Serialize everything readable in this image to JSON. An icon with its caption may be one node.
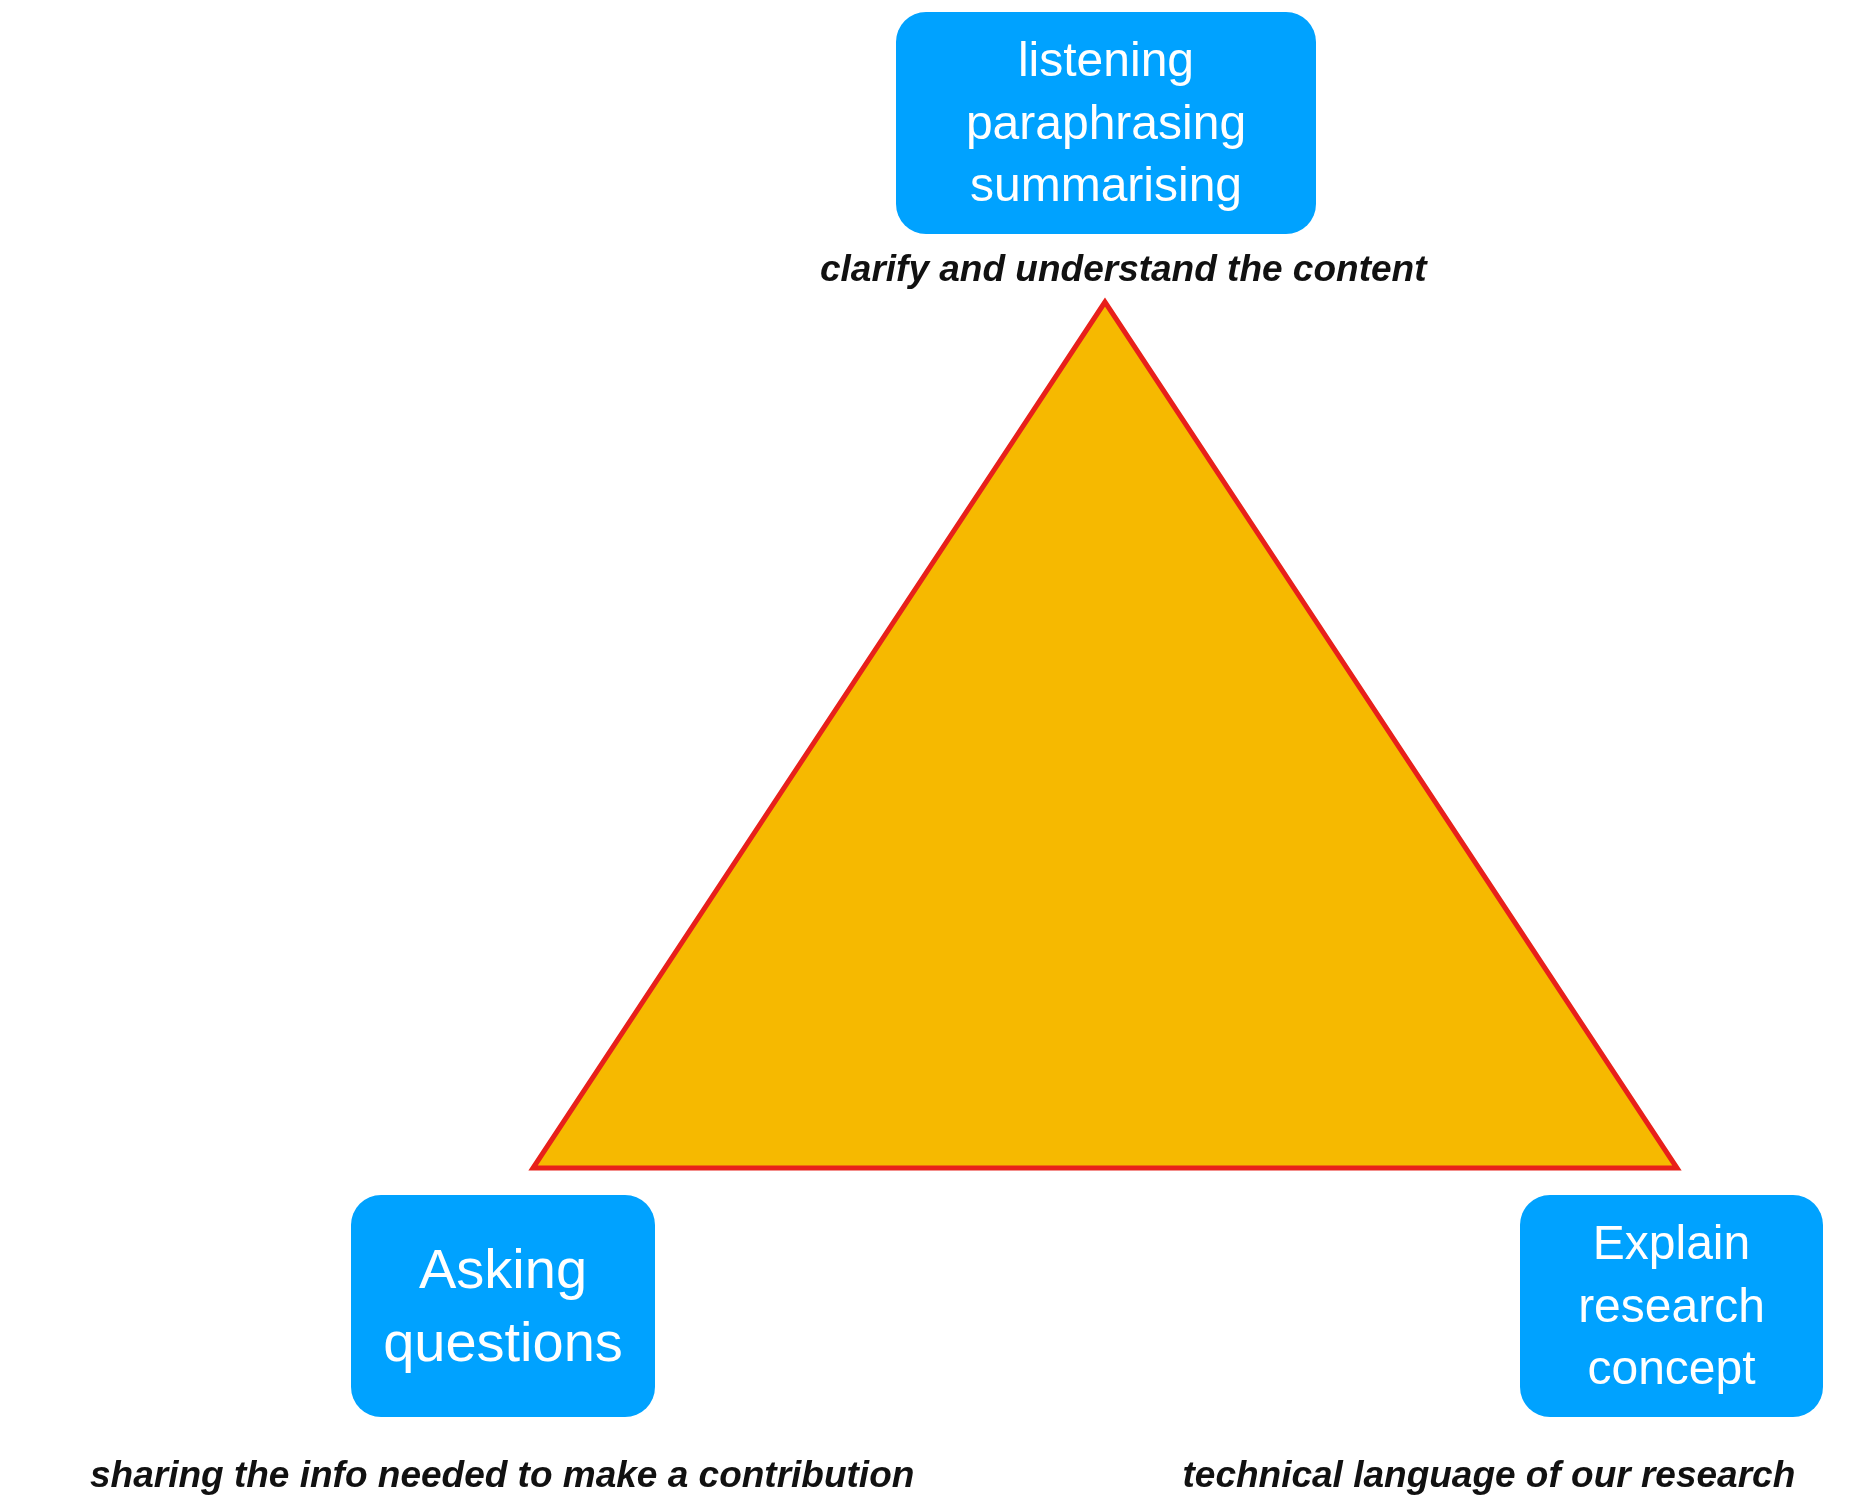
{
  "diagram": {
    "nodes": [
      {
        "text": [
          "listening paraphrasing summarising"
        ],
        "beside": [
          "clarify and understand the content"
        ]
      },
      {
        "text": [
          "Asking questions"
        ],
        "beside": [
          "sharing the info needed to make a contribution"
        ]
      },
      {
        "text": [
          "Explain research concept"
        ],
        "beside": [
          "technical language of our research"
        ]
      }
    ]
  }
}
